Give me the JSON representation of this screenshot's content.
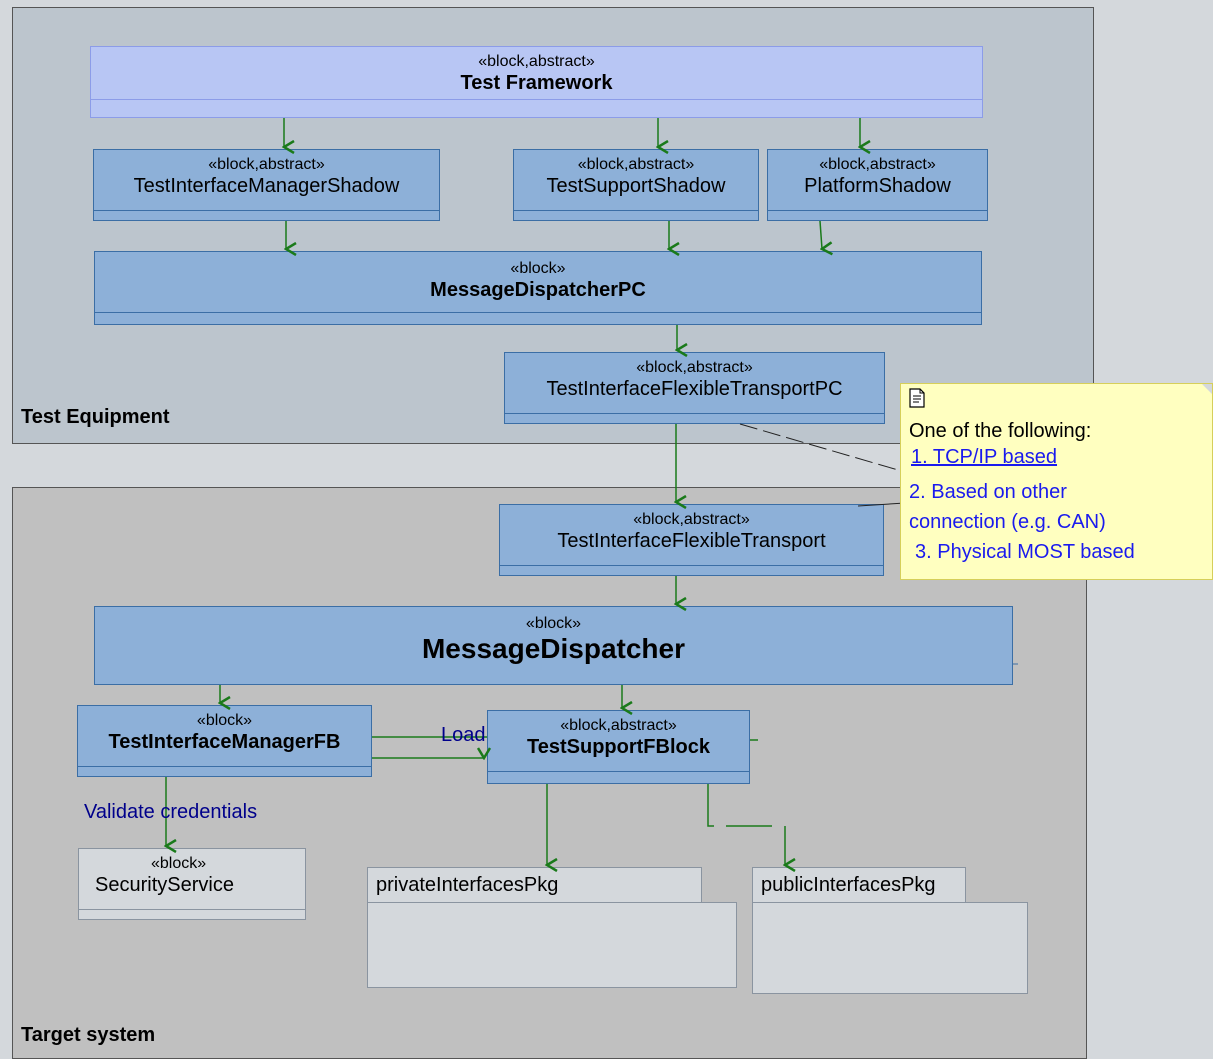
{
  "regions": {
    "test_equipment": "Test Equipment",
    "target_system": "Target system"
  },
  "blocks": {
    "test_framework": {
      "stereotype": "«block,abstract»",
      "name": "Test Framework"
    },
    "tim_shadow": {
      "stereotype": "«block,abstract»",
      "name": "TestInterfaceManagerShadow"
    },
    "ts_shadow": {
      "stereotype": "«block,abstract»",
      "name": "TestSupportShadow"
    },
    "platform_shadow": {
      "stereotype": "«block,abstract»",
      "name": "PlatformShadow"
    },
    "md_pc": {
      "stereotype": "«block»",
      "name": "MessageDispatcherPC"
    },
    "tift_pc": {
      "stereotype": "«block,abstract»",
      "name": "TestInterfaceFlexibleTransportPC"
    },
    "tift": {
      "stereotype": "«block,abstract»",
      "name": "TestInterfaceFlexibleTransport"
    },
    "md": {
      "stereotype": "«block»",
      "name": "MessageDispatcher"
    },
    "tim_fb": {
      "stereotype": "«block»",
      "name": "TestInterfaceManagerFB"
    },
    "ts_fblock": {
      "stereotype": "«block,abstract»",
      "name": "TestSupportFBlock"
    },
    "security": {
      "stereotype": "«block»",
      "name": "SecurityService"
    }
  },
  "packages": {
    "private": "privateInterfacesPkg",
    "public": "publicInterfacesPkg"
  },
  "edge_labels": {
    "load": "Load",
    "validate": "Validate credentials"
  },
  "note": {
    "icon": "note-icon",
    "heading": "One of the following:",
    "item1": "1. TCP/IP based",
    "item2a": "2. Based on other",
    "item2b": "connection (e.g. CAN)",
    "item3": "3. Physical MOST based"
  },
  "colors": {
    "block_fill": "#8db0d8",
    "framework_fill": "#b8c6f4",
    "arrow": "#1a7a1a",
    "note_fill": "#ffffc0",
    "link": "#1a1aee"
  }
}
